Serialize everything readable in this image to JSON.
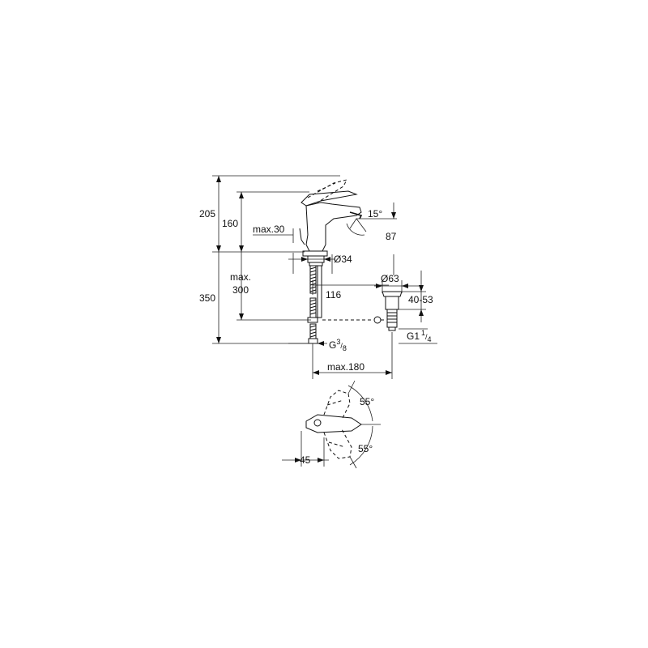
{
  "dimensions": {
    "d205": "205",
    "d160": "160",
    "d350": "350",
    "max_word": "max.",
    "d300": "300",
    "max30": "max.30",
    "dia34": "Ø34",
    "d116": "116",
    "g_base": "G",
    "g_sup": "3",
    "g_sub": "8",
    "max180": "max.180",
    "angle15": "15°",
    "d87": "87",
    "dia63": "Ø63",
    "d40_53": "40-53",
    "g1_base": "G1",
    "g1_sup": "1",
    "g1_sub": "4",
    "angle55_top": "55°",
    "angle55_bottom": "55°",
    "d45": "45"
  }
}
